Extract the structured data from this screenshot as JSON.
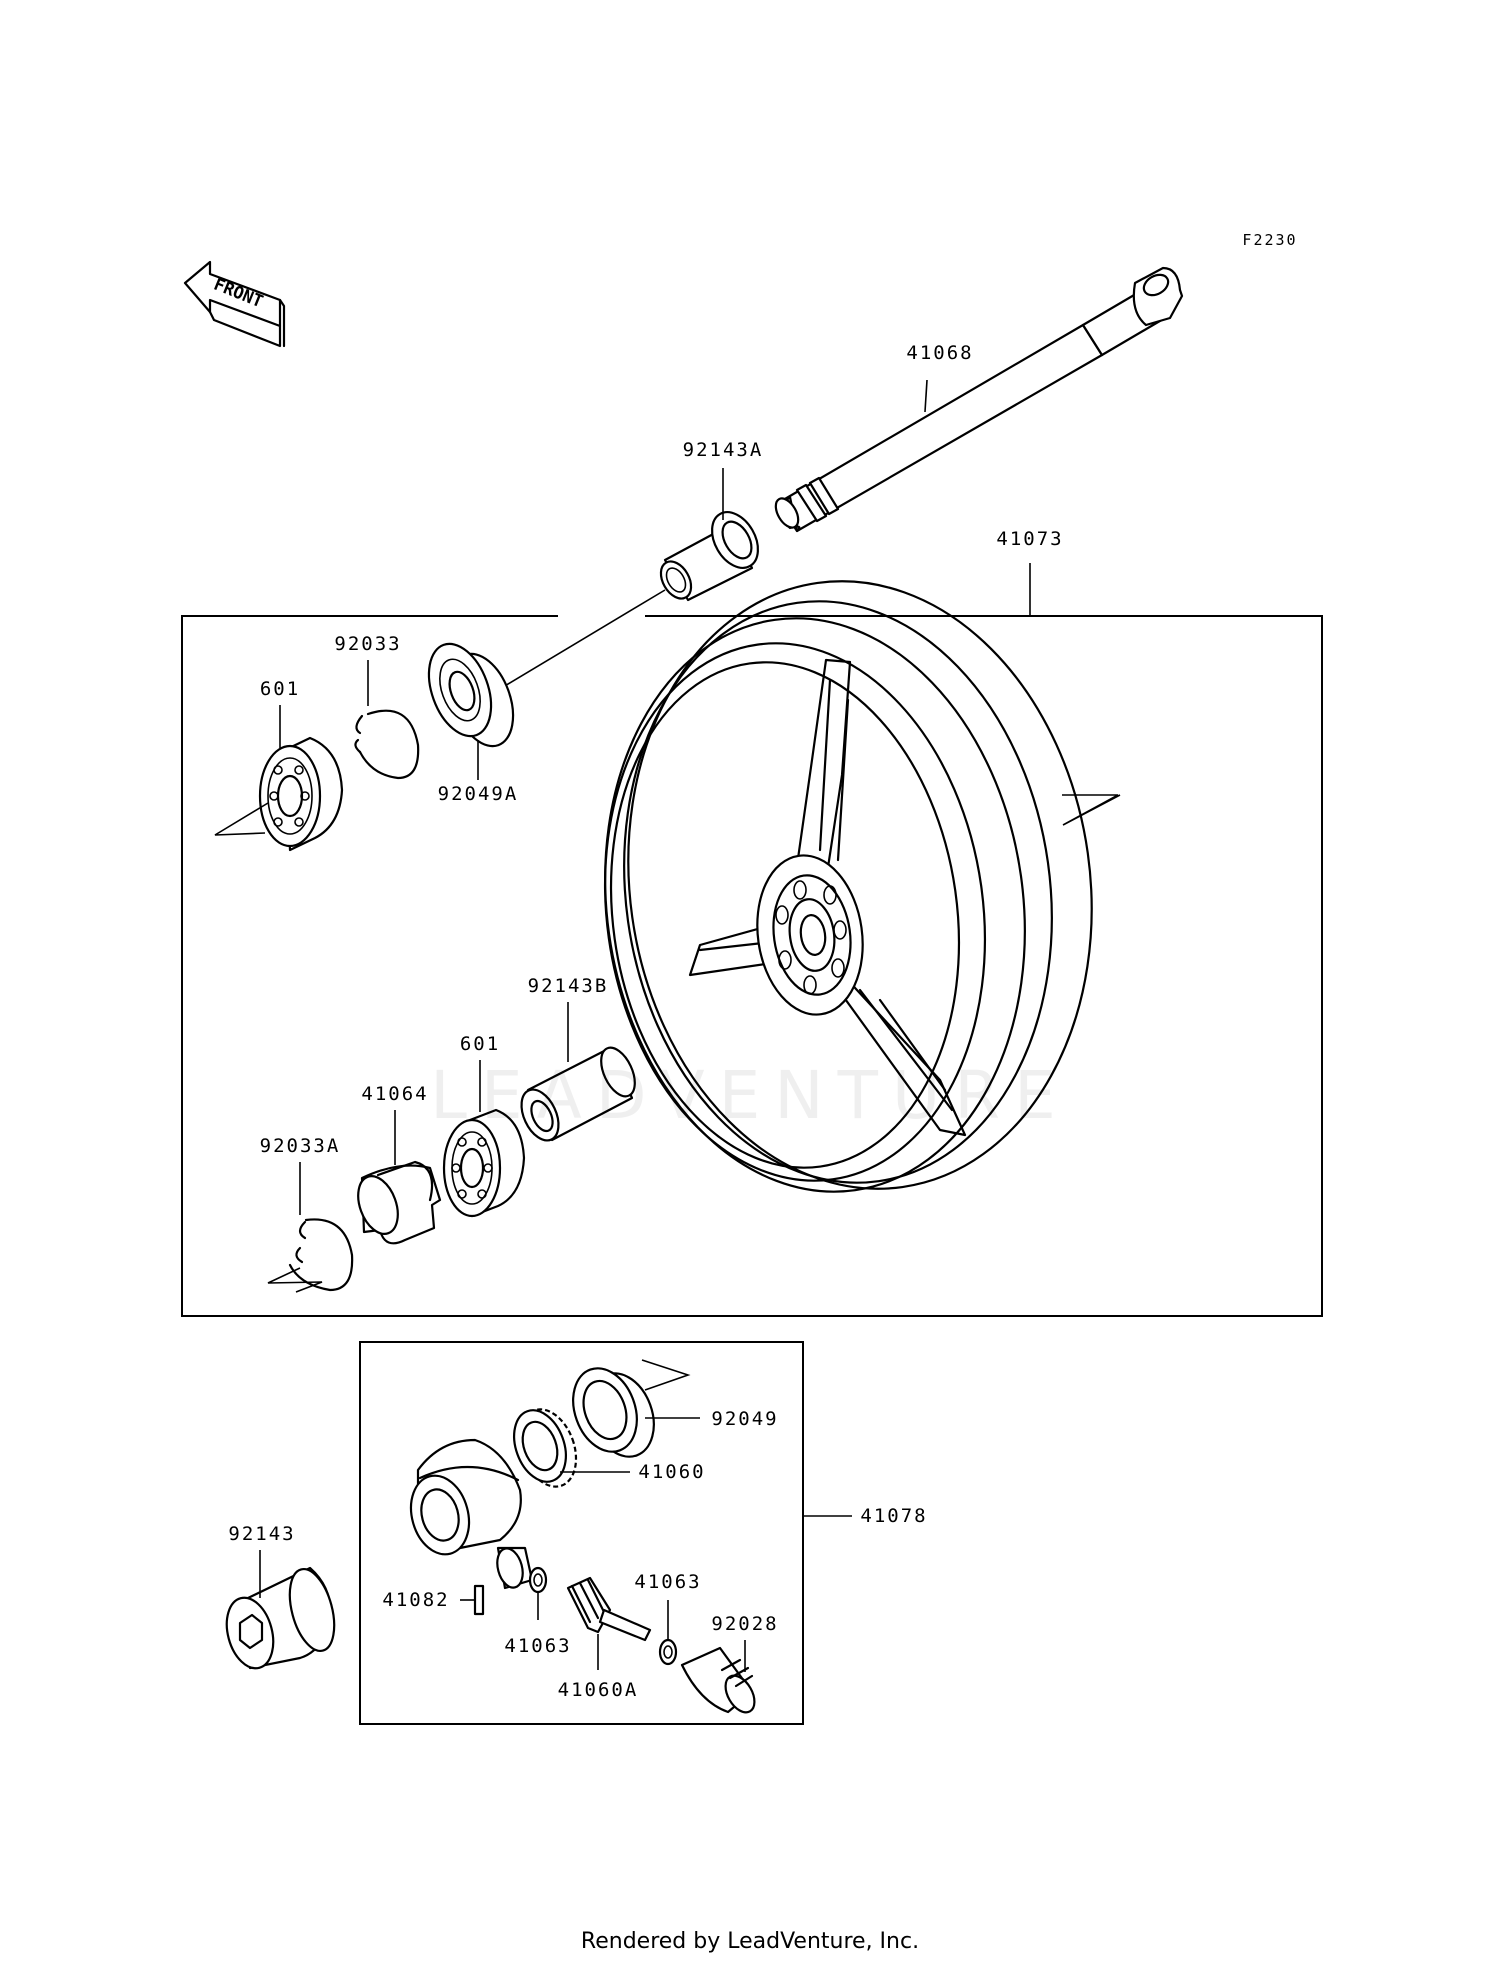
{
  "figure_code": "F2230",
  "front_label": "FRONT",
  "watermark": "LEADVENTURE",
  "footer": "Rendered by LeadVenture, Inc.",
  "part_labels": {
    "shaft": "41068",
    "collar_a": "92143A",
    "wheel": "41073",
    "circlip": "92033",
    "bearing_left": "601",
    "oil_seal_a": "92049A",
    "collar_b": "92143B",
    "bearing_right": "601",
    "retainer": "41064",
    "circlip_a": "92033A",
    "oil_seal": "92049",
    "gear": "41060",
    "meter_gear_assy": "41078",
    "collar": "92143",
    "pin": "41082",
    "washer_left": "41063",
    "washer_right": "41063",
    "bushing": "92028",
    "drive_gear": "41060A"
  }
}
